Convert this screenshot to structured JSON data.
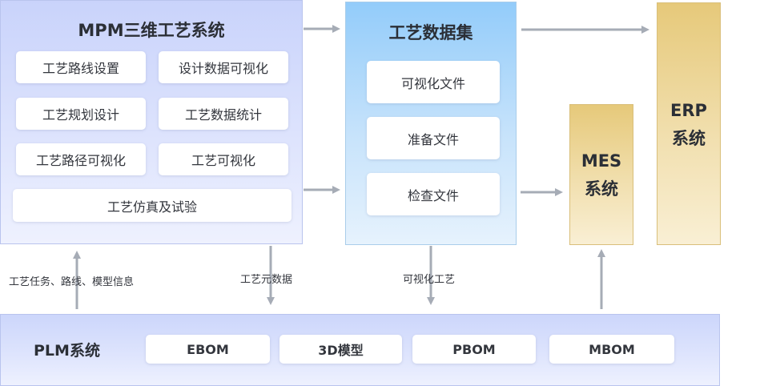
{
  "mpm": {
    "title": "MPM三维工艺系统",
    "items": [
      "工艺路线设置",
      "设计数据可视化",
      "工艺规划设计",
      "工艺数据统计",
      "工艺路径可视化",
      "工艺可视化",
      "工艺仿真及试验"
    ]
  },
  "dataset": {
    "title": "工艺数据集",
    "items": [
      "可视化文件",
      "准备文件",
      "检查文件"
    ]
  },
  "mes": {
    "line1": "MES",
    "line2": "系统"
  },
  "erp": {
    "line1": "ERP",
    "line2": "系统"
  },
  "plm": {
    "title": "PLM系统",
    "items": [
      "EBOM",
      "3D模型",
      "PBOM",
      "MBOM"
    ]
  },
  "edges": {
    "plm_to_mpm": "工艺任务、路线、模型信息",
    "mpm_to_plm": "工艺元数据",
    "dataset_to_plm": "可视化工艺"
  },
  "colors": {
    "arrow": "#a6acb6",
    "blue_panel": "#c9d3fb",
    "sky_panel": "#93ccfa",
    "gold_panel": "#e6c97a"
  }
}
